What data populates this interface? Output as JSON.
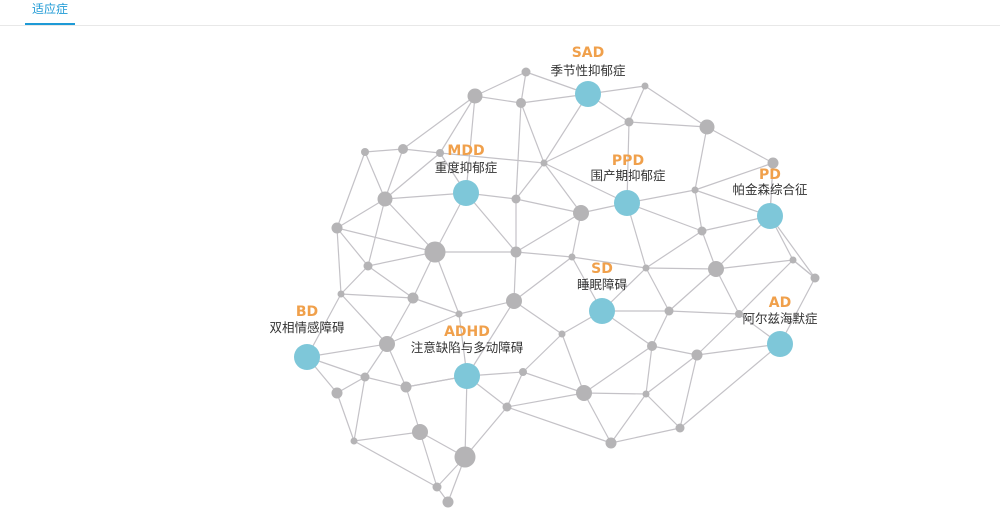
{
  "tabs": [
    {
      "label": "适应症",
      "active": true
    }
  ],
  "conditions": {
    "sad": {
      "abbr": "SAD",
      "name": "季节性抑郁症"
    },
    "mdd": {
      "abbr": "MDD",
      "name": "重度抑郁症"
    },
    "ppd": {
      "abbr": "PPD",
      "name": "围产期抑郁症"
    },
    "pd": {
      "abbr": "PD",
      "name": "帕金森综合征"
    },
    "sd": {
      "abbr": "SD",
      "name": "睡眠障碍"
    },
    "bd": {
      "abbr": "BD",
      "name": "双相情感障碍"
    },
    "adhd": {
      "abbr": "ADHD",
      "name": "注意缺陷与多动障碍"
    },
    "ad": {
      "abbr": "AD",
      "name": "阿尔兹海默症"
    }
  },
  "colors": {
    "accent": "#1e9ad6",
    "condition_node": "#7ec7d9",
    "network_node": "#b5b4b6",
    "network_edge": "#c4c2c7",
    "abbr_text": "#f0a04b",
    "name_text": "#333333"
  }
}
